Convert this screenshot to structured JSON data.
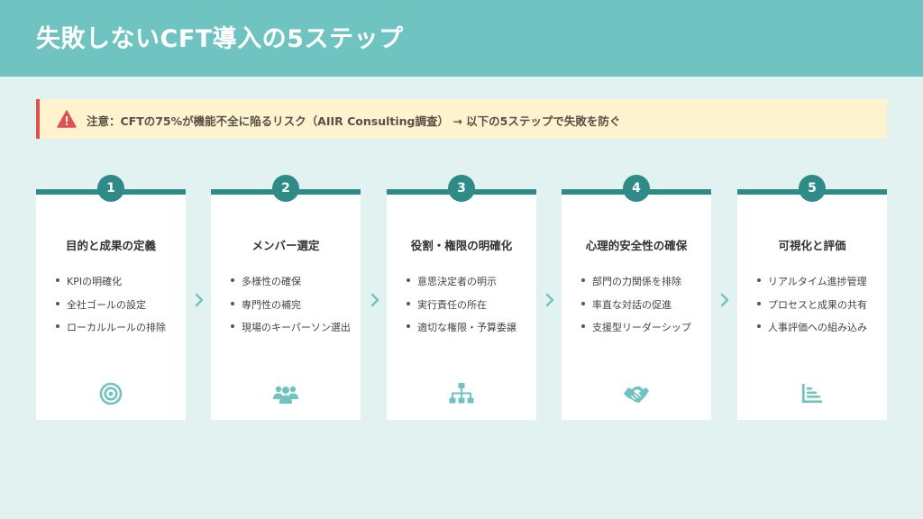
{
  "header": {
    "title": "失敗しないCFT導入の5ステップ",
    "background_color": "#6fc3c1"
  },
  "warning": {
    "icon": "warning-triangle-icon",
    "text": "注意：CFTの75%が機能不全に陥るリスク（AIIR Consulting調査） → 以下の5ステップで失敗を防ぐ",
    "accent_color": "#e0524f",
    "background_color": "#fdf3cf"
  },
  "steps": [
    {
      "number": "1",
      "title": "目的と成果の定義",
      "items": [
        "KPIの明確化",
        "全社ゴールの設定",
        "ローカルルールの排除"
      ],
      "icon": "target-icon"
    },
    {
      "number": "2",
      "title": "メンバー選定",
      "items": [
        "多様性の確保",
        "専門性の補完",
        "現場のキーパーソン選出"
      ],
      "icon": "users-icon"
    },
    {
      "number": "3",
      "title": "役割・権限の明確化",
      "items": [
        "意思決定者の明示",
        "実行責任の所在",
        "適切な権限・予算委譲"
      ],
      "icon": "org-chart-icon"
    },
    {
      "number": "4",
      "title": "心理的安全性の確保",
      "items": [
        "部門の力関係を排除",
        "率直な対話の促進",
        "支援型リーダーシップ"
      ],
      "icon": "handshake-icon"
    },
    {
      "number": "5",
      "title": "可視化と評価",
      "items": [
        "リアルタイム進捗管理",
        "プロセスと成果の共有",
        "人事評価への組み込み"
      ],
      "icon": "bar-chart-icon"
    }
  ],
  "colors": {
    "accent": "#2e8b88",
    "icon": "#6fc3c1",
    "page_background": "#e1f2f1"
  }
}
